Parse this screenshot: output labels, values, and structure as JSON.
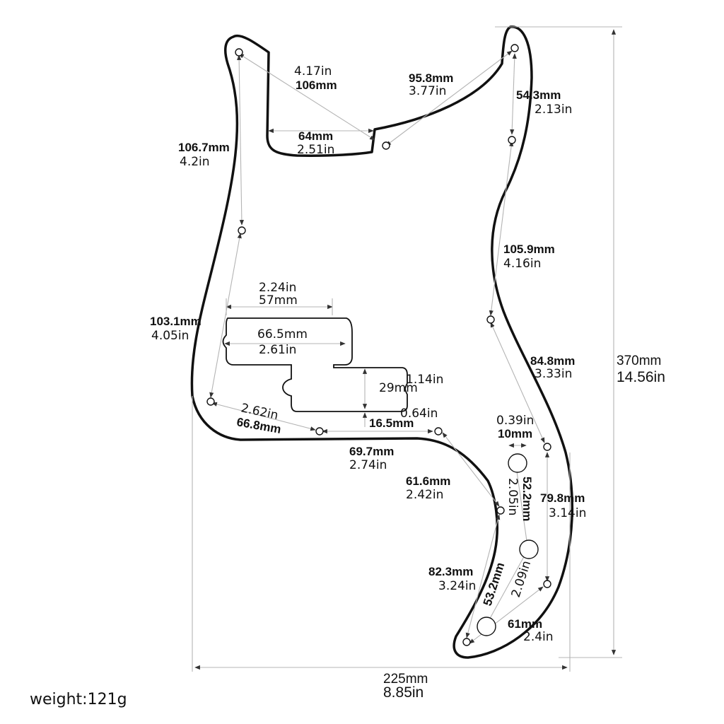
{
  "overall": {
    "height_mm": "370mm",
    "height_in": "14.56in",
    "width_mm": "225mm",
    "width_in": "8.85in"
  },
  "weight": "weight:121g",
  "dims": {
    "neck_diag_in": "4.17in",
    "neck_diag_mm": "106mm",
    "neck_width_mm": "64mm",
    "neck_width_in": "2.51in",
    "horn_diag_mm": "95.8mm",
    "horn_diag_in": "3.77in",
    "horn_right_mm": "54.3mm",
    "horn_right_in": "2.13in",
    "left_upper_mm": "106.7mm",
    "left_upper_in": "4.2in",
    "right_mid_mm": "105.9mm",
    "right_mid_in": "4.16in",
    "pickup_top_in": "2.24in",
    "pickup_top_mm": "57mm",
    "left_mid_mm": "103.1mm",
    "left_mid_in": "4.05in",
    "pickup_inner_mm": "66.5mm",
    "pickup_inner_in": "2.61in",
    "right_lower_mm": "84.8mm",
    "right_lower_in": "3.33in",
    "pickup_height_in": "1.14in",
    "pickup_height_mm": "29mm",
    "pickup_gap_in": "0.64in",
    "bottom_left_in": "2.62in",
    "bottom_left_mm": "66.8mm",
    "bottom_small_mm": "16.5mm",
    "bottom_mid_mm": "69.7mm",
    "bottom_mid_in": "2.74in",
    "hole_dia_in": "0.39in",
    "hole_dia_mm": "10mm",
    "lower_diag_mm": "61.6mm",
    "lower_diag_in": "2.42in",
    "pot_span_mm": "52.2mm",
    "pot_span_in": "2.05in",
    "right_end_mm": "79.8mm",
    "right_end_in": "3.14in",
    "tail_diag_mm": "82.3mm",
    "tail_diag_in": "3.24in",
    "jack_span_mm": "53.2mm",
    "jack_span_in": "2.09in",
    "tail_bottom_mm": "61mm",
    "tail_bottom_in": "2.4in"
  }
}
